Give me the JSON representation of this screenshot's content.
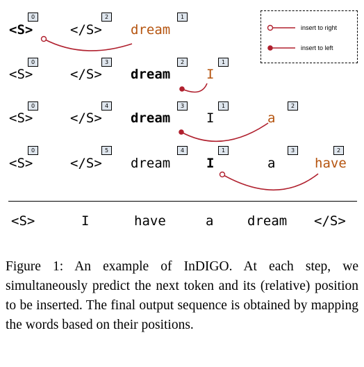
{
  "steps": [
    {
      "tokens": [
        {
          "text": "<S>",
          "badge": "0",
          "style": "bold"
        },
        {
          "text": "</S>",
          "badge": "2",
          "style": "normal"
        },
        {
          "text": "dream",
          "badge": "1",
          "style": "new"
        }
      ]
    },
    {
      "tokens": [
        {
          "text": "<S>",
          "badge": "0",
          "style": "normal"
        },
        {
          "text": "</S>",
          "badge": "3",
          "style": "normal"
        },
        {
          "text": "dream",
          "badge": "2",
          "style": "bold"
        },
        {
          "text": "I",
          "badge": "1",
          "style": "new"
        }
      ]
    },
    {
      "tokens": [
        {
          "text": "<S>",
          "badge": "0",
          "style": "normal"
        },
        {
          "text": "</S>",
          "badge": "4",
          "style": "normal"
        },
        {
          "text": "dream",
          "badge": "3",
          "style": "bold"
        },
        {
          "text": "I",
          "badge": "1",
          "style": "normal"
        },
        {
          "text": "a",
          "badge": "2",
          "style": "new"
        }
      ]
    },
    {
      "tokens": [
        {
          "text": "<S>",
          "badge": "0",
          "style": "normal"
        },
        {
          "text": "</S>",
          "badge": "5",
          "style": "normal"
        },
        {
          "text": "dream",
          "badge": "4",
          "style": "normal"
        },
        {
          "text": "I",
          "badge": "1",
          "style": "bold"
        },
        {
          "text": "a",
          "badge": "3",
          "style": "normal"
        },
        {
          "text": "have",
          "badge": "2",
          "style": "new"
        }
      ]
    }
  ],
  "final_sequence": [
    "<S>",
    "I",
    "have",
    "a",
    "dream",
    "</S>"
  ],
  "legend": {
    "right_label": "insert to right",
    "left_label": "insert to left"
  },
  "caption": "Figure 1: An example of InDIGO. At each step, we simultaneously predict the next token and its (relative) position to be inserted. The final output sequence is obtained by mapping the words based on their positions.",
  "colors": {
    "link": "#b0202e",
    "new_token": "#b5540f",
    "badge_fill": "#dfe6ee"
  }
}
